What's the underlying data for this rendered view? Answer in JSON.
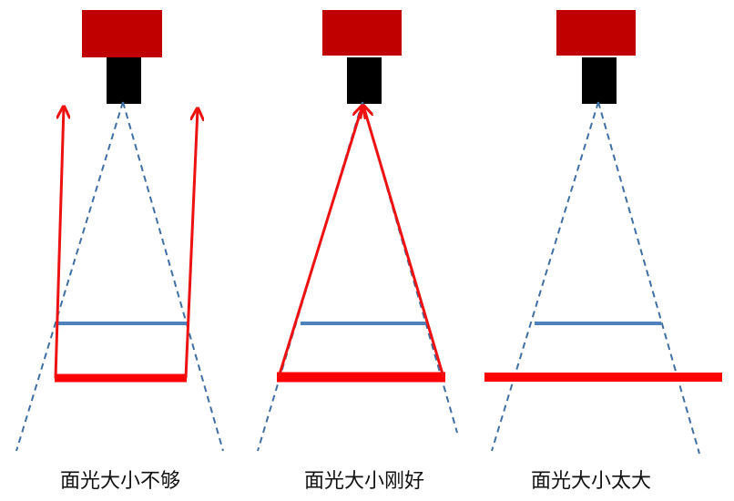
{
  "colors": {
    "camera_body": "#c00000",
    "lens": "#000000",
    "fov_dash": "#3f6fa3",
    "object_line": "#4f81bd",
    "light_panel": "#ff0000",
    "reflection_ray": "#ee1111"
  },
  "panels": [
    {
      "id": "too-small",
      "caption": "面光大小不够"
    },
    {
      "id": "just-right",
      "caption": "面光大小刚好"
    },
    {
      "id": "too-large",
      "caption": "面光大小太大"
    }
  ]
}
